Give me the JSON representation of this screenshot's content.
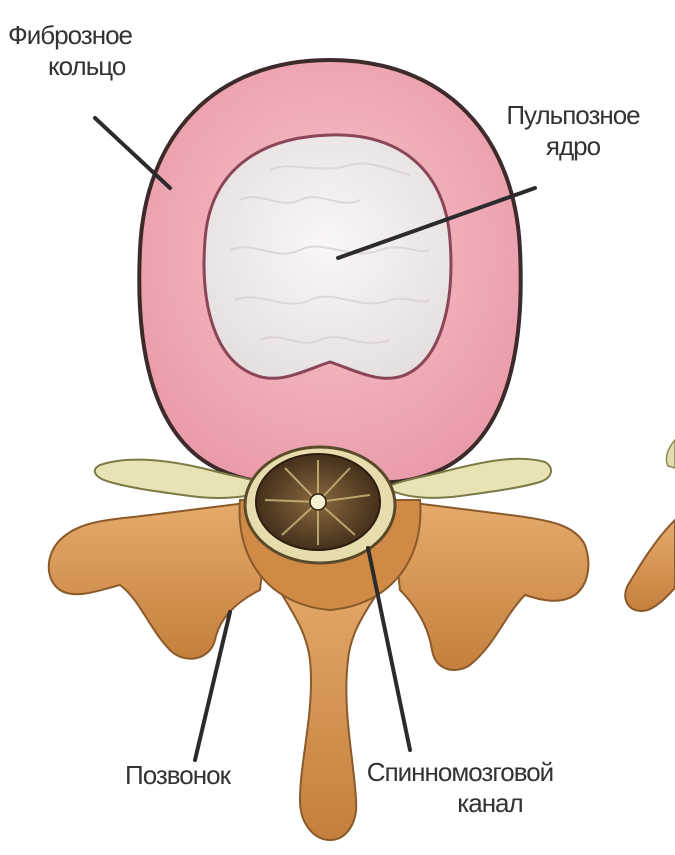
{
  "labels": {
    "annulus": {
      "line1": "Фиброзное",
      "line2": "кольцо"
    },
    "nucleus": {
      "line1": "Пульпозное",
      "line2": "ядро"
    },
    "vertebra": {
      "line1": "Позвонок"
    },
    "canal": {
      "line1": "Спинномозговой",
      "line2": "канал"
    }
  },
  "colors": {
    "annulus": "#f2a7b4",
    "nucleus": "#f1eded",
    "bone": "#d4904f",
    "ligament": "#e7e3b4",
    "cord": "#5c4128",
    "leader_line": "#2b2b2b",
    "text": "#333333"
  }
}
